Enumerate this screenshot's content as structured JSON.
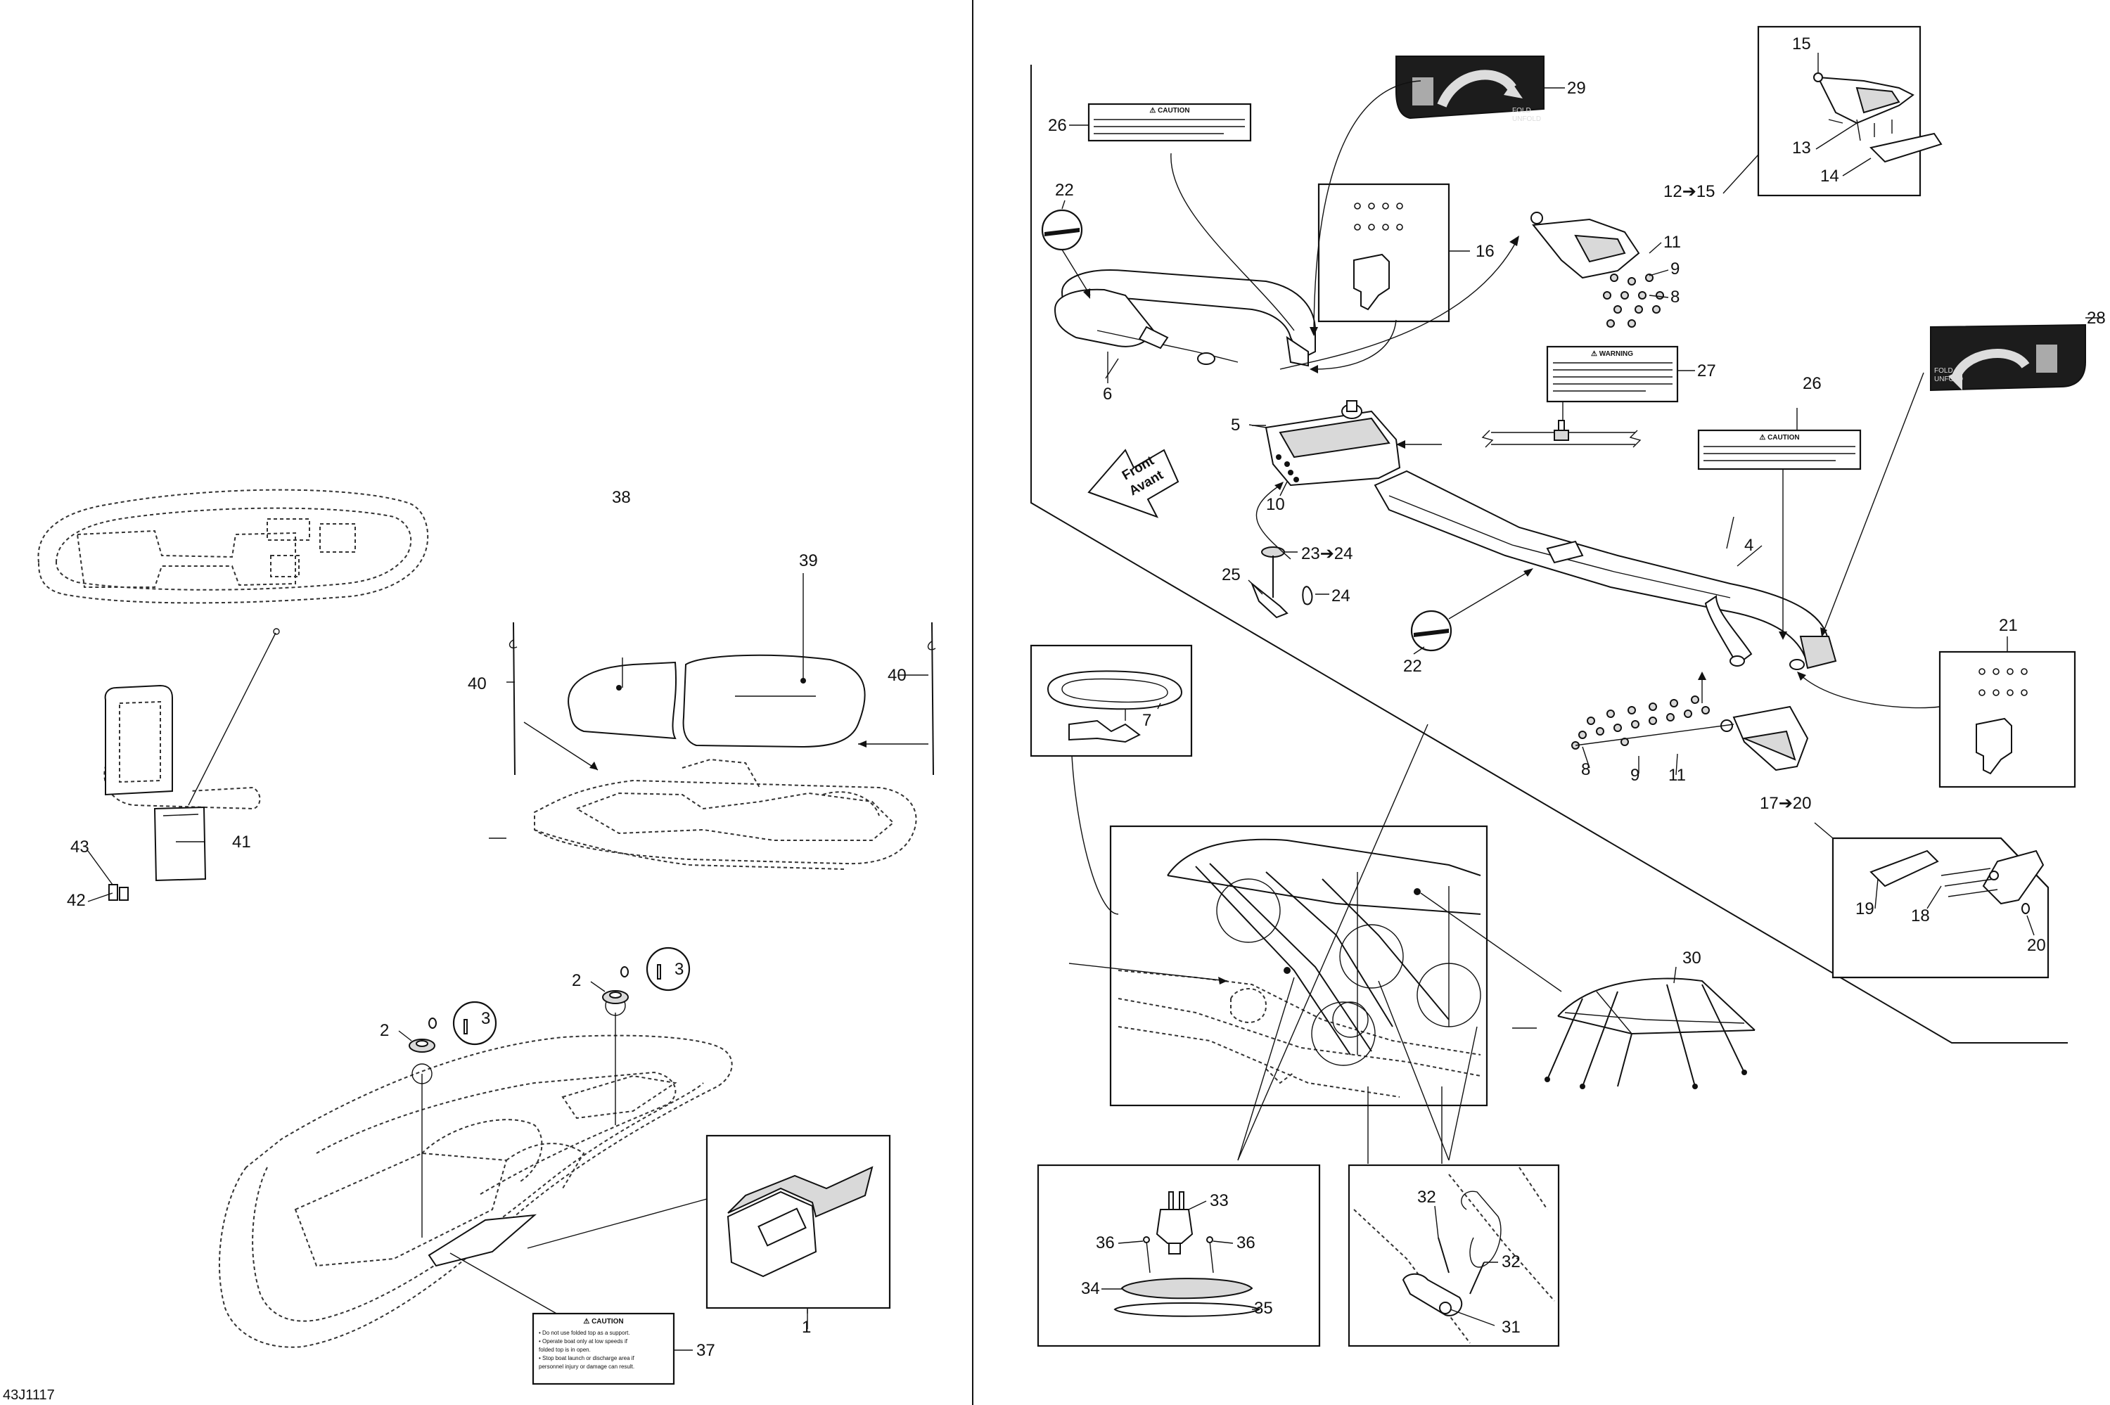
{
  "diagram_id": "43J1117",
  "front_arrow": {
    "line1": "Front",
    "line2": "Avant"
  },
  "decals": {
    "caution_26_top": {
      "title": "⚠ CAUTION"
    },
    "caution_26_right": {
      "title": "⚠ CAUTION"
    },
    "warning_27": {
      "title": "⚠ WARNING"
    },
    "caution_37": {
      "title": "⚠ CAUTION",
      "lines": [
        "• Do not use folded top as a support.",
        "• Operate boat only at low speeds if",
        "  folded top is in open.",
        "• Stop boat launch or discharge area if",
        "  personnel injury or damage can result."
      ]
    },
    "control_28": {
      "text1": "FOLD",
      "text2": "UNFOLD"
    },
    "control_29": {
      "text1": "FOLD",
      "text2": "UNFOLD"
    }
  },
  "labels": {
    "l1": "1",
    "l2a": "2",
    "l2b": "2",
    "l3a": "3",
    "l3b": "3",
    "l4": "4",
    "l5": "5",
    "l6": "6",
    "l7": "7",
    "l8a": "8",
    "l8b": "8",
    "l9a": "9",
    "l9b": "9",
    "l10": "10",
    "l11a": "11",
    "l11b": "11",
    "l12_15": "12➔15",
    "l13": "13",
    "l14": "14",
    "l15": "15",
    "l16": "16",
    "l17_20": "17➔20",
    "l18": "18",
    "l19": "19",
    "l20": "20",
    "l21": "21",
    "l22a": "22",
    "l22b": "22",
    "l23_24": "23➔24",
    "l24": "24",
    "l25": "25",
    "l26a": "26",
    "l26b": "26",
    "l27": "27",
    "l28": "28",
    "l29": "29",
    "l30": "30",
    "l31": "31",
    "l32a": "32",
    "l32b": "32",
    "l33": "33",
    "l34": "34",
    "l35": "35",
    "l36a": "36",
    "l36b": "36",
    "l37": "37",
    "l38": "38",
    "l39": "39",
    "l40a": "40",
    "l40b": "40",
    "l41": "41",
    "l42": "42",
    "l43": "43"
  }
}
